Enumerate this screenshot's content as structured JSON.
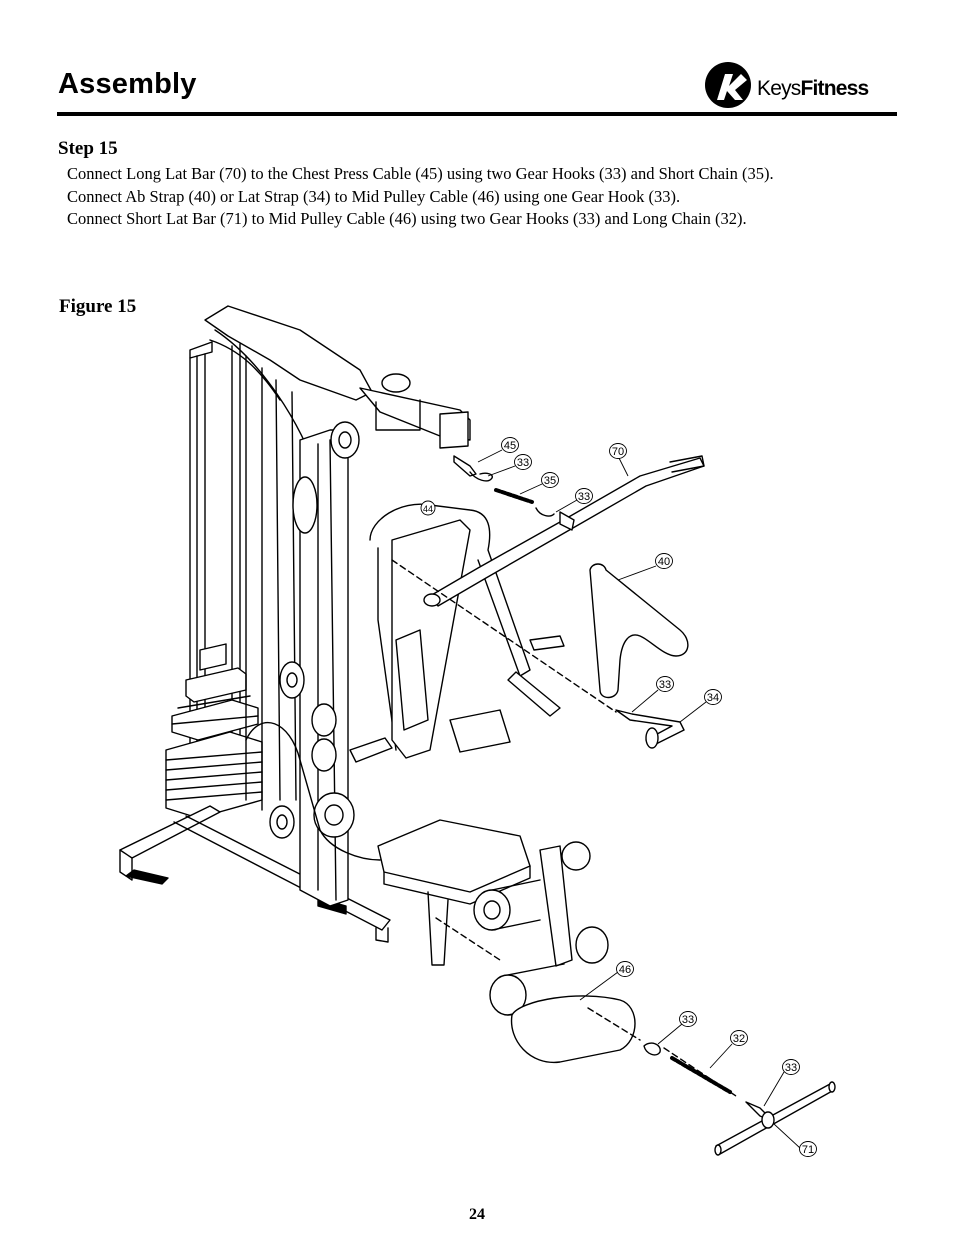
{
  "header": {
    "title": "Assembly",
    "brand_prefix": "Keys",
    "brand_suffix": "Fitness"
  },
  "step": {
    "heading": "Step 15",
    "instructions": [
      "Connect Long Lat Bar (70) to the Chest Press Cable (45) using two Gear Hooks (33) and Short Chain (35).",
      "Connect Ab Strap (40) or Lat Strap (34) to Mid Pulley Cable (46) using one Gear Hook (33).",
      "Connect Short Lat Bar (71) to Mid Pulley Cable (46) using two Gear Hooks (33) and Long Chain (32)."
    ]
  },
  "figure": {
    "label": "Figure 15",
    "callouts": [
      "45",
      "33",
      "35",
      "33",
      "70",
      "40",
      "33",
      "34",
      "46",
      "33",
      "32",
      "33",
      "71",
      "44"
    ]
  },
  "page_number": "24"
}
